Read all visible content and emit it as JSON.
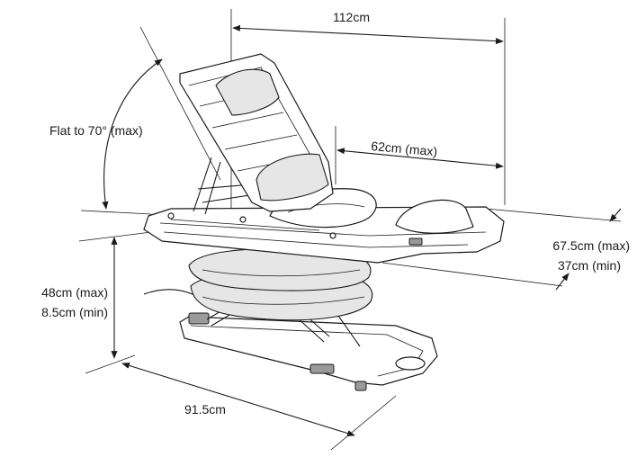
{
  "dimensions": {
    "overall_length": "112cm",
    "seat_length": "62cm (max)",
    "recline_range": "Flat to 70° (max)",
    "height_max": "48cm (max)",
    "height_min": "8.5cm (min)",
    "width_max": "67.5cm (max)",
    "width_min": "37cm (min)",
    "base_length": "91.5cm"
  },
  "colors": {
    "line": "#1a1a1a",
    "background": "#ffffff"
  }
}
